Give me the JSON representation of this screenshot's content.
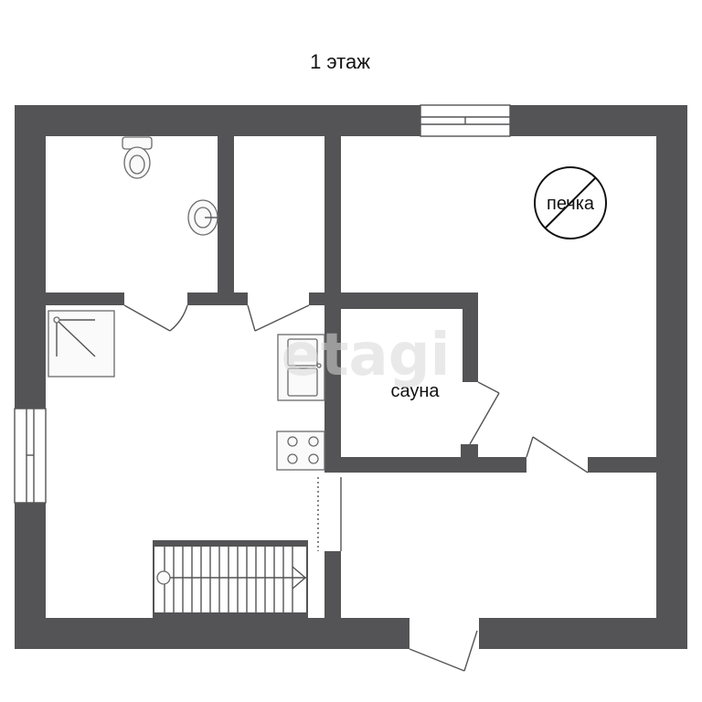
{
  "plan": {
    "title": "1 этаж",
    "rooms": {
      "sauna": "сауна",
      "stove": "печка"
    },
    "watermark": "etagi",
    "colors": {
      "wall": "#545456",
      "background": "#ffffff",
      "text": "#111111"
    }
  }
}
